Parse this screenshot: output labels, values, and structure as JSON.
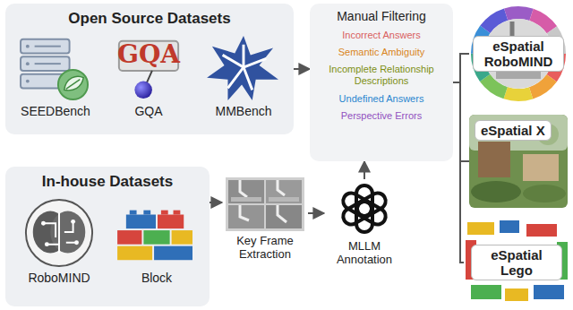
{
  "diagram": {
    "nodes": [
      {
        "text": [
          "Open Source Datasets"
        ]
      },
      {
        "text": [
          "SEEDBench"
        ],
        "in": 0
      },
      {
        "text": [
          "GQA"
        ],
        "in": 0
      },
      {
        "text": [
          "MMBench"
        ],
        "in": 0
      },
      {
        "text": [
          "In-house Datasets"
        ]
      },
      {
        "text": [
          "RoboMIND"
        ],
        "in": 4
      },
      {
        "text": [
          "Block"
        ],
        "in": 4
      },
      {
        "text": [
          "Key Frame Extraction"
        ]
      },
      {
        "text": [
          "MLLM Annotation"
        ]
      },
      {
        "text": [
          "Manual Filtering",
          "Incorrect Answers",
          "Semantic Ambiguity",
          "Incomplete Relationship Descriptions",
          "Undefined Answers",
          "Perspective Errors"
        ]
      },
      {
        "text": [
          "eSpatial RoboMIND"
        ]
      },
      {
        "text": [
          "eSpatial X"
        ]
      },
      {
        "text": [
          "eSpatial Lego"
        ]
      }
    ],
    "edges": [
      {
        "from": 0,
        "to": 9,
        "arrow": "to"
      },
      {
        "from": 4,
        "to": 7,
        "arrow": "to"
      },
      {
        "from": 7,
        "to": 8,
        "arrow": "to"
      },
      {
        "from": 8,
        "to": 9,
        "arrow": "to"
      },
      {
        "from": 9,
        "to": 10,
        "arrow": "none"
      },
      {
        "from": 9,
        "to": 11,
        "arrow": "none"
      },
      {
        "from": 9,
        "to": 12,
        "arrow": "none"
      }
    ],
    "labels": [
      "GQA"
    ]
  }
}
